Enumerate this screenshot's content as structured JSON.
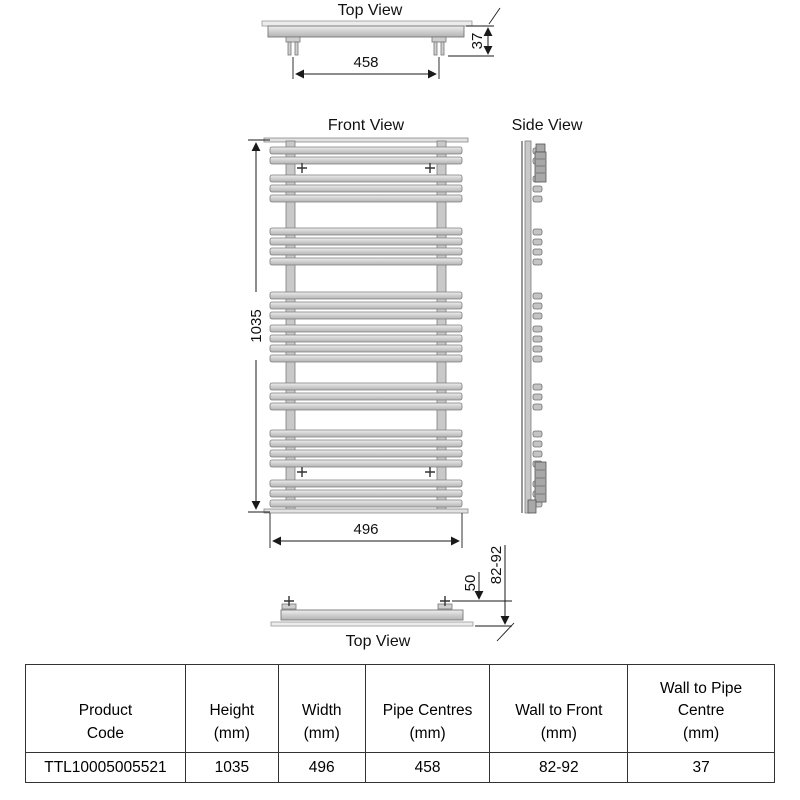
{
  "views": {
    "top": {
      "label": "Top View",
      "dim_pipe_centres": "458",
      "dim_wall_to_pipe": "37"
    },
    "front": {
      "label": "Front View",
      "dim_height": "1035",
      "dim_width": "496"
    },
    "side": {
      "label": "Side View"
    },
    "bottom": {
      "label": "Top View",
      "dim_depth": "50",
      "dim_wall_to_front": "82-92"
    }
  },
  "table": {
    "headers": [
      {
        "lines": [
          "Product",
          "Code"
        ]
      },
      {
        "lines": [
          "Height",
          "(mm)"
        ]
      },
      {
        "lines": [
          "Width",
          "(mm)"
        ]
      },
      {
        "lines": [
          "Pipe Centres",
          "(mm)"
        ]
      },
      {
        "lines": [
          "Wall to Front",
          "(mm)"
        ]
      },
      {
        "lines": [
          "Wall to Pipe",
          "Centre",
          "(mm)"
        ]
      }
    ],
    "values": [
      "TTL10005005521",
      "1035",
      "496",
      "458",
      "82-92",
      "37"
    ]
  }
}
